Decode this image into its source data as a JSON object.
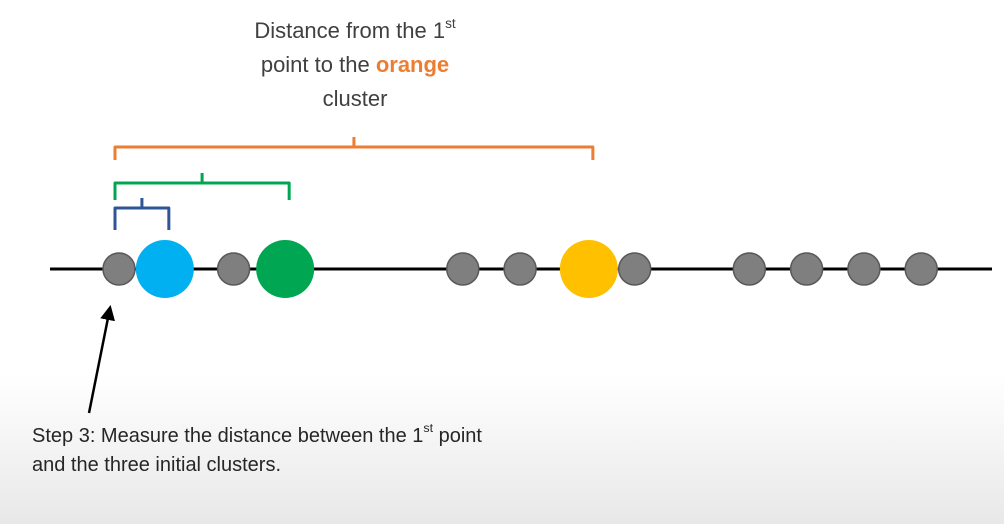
{
  "title": {
    "line1_prefix": "Distance from the 1",
    "line1_sup": "st",
    "line2_prefix": "point to the ",
    "line2_accent": "orange",
    "line3": "cluster"
  },
  "caption": {
    "part1": "Step 3: Measure the distance between the 1",
    "sup": "st",
    "part2": " point and the three initial clusters."
  },
  "colors": {
    "axis": "#000000",
    "point": "#7F7F7F",
    "point_edge": "#595959",
    "blue": "#00B0F0",
    "green": "#00A651",
    "orange": "#FFC000",
    "orange_bracket": "#ED7D31",
    "green_bracket": "#00A651",
    "blue_bracket": "#2F5597"
  },
  "diagram": {
    "points": [
      0,
      1,
      2,
      6,
      7,
      9,
      11,
      12,
      13,
      14
    ],
    "clusters": [
      {
        "name": "blue",
        "position": 0.8,
        "color": "#00B0F0"
      },
      {
        "name": "green",
        "position": 2.9,
        "color": "#00A651"
      },
      {
        "name": "orange",
        "position": 8.2,
        "color": "#FFC000"
      }
    ],
    "brackets": [
      {
        "color": "#2F5597",
        "from": 0,
        "to": 0.8
      },
      {
        "color": "#00A651",
        "from": 0,
        "to": 2.9
      },
      {
        "color": "#ED7D31",
        "from": 0,
        "to": 8.2
      }
    ]
  }
}
